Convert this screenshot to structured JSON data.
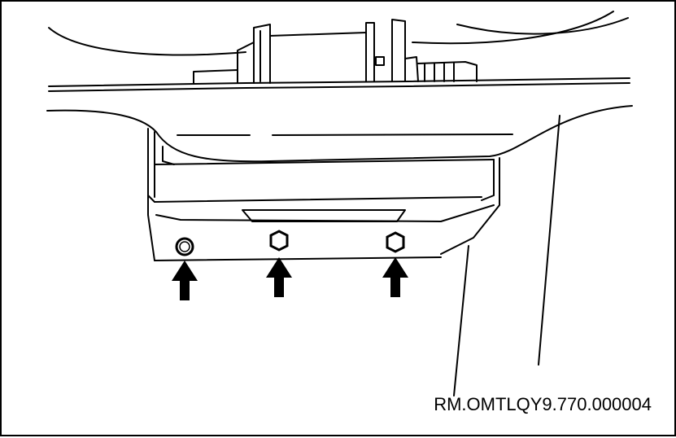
{
  "figure": {
    "code": "RM.OMTLQY9.770.000004",
    "fasteners": [
      {
        "id": "fastener-1",
        "shape": "round",
        "indicated": true
      },
      {
        "id": "fastener-2",
        "shape": "hex",
        "indicated": true
      },
      {
        "id": "fastener-3",
        "shape": "hex",
        "indicated": true
      }
    ],
    "colors": {
      "line": "#000000",
      "background": "#ffffff"
    }
  }
}
